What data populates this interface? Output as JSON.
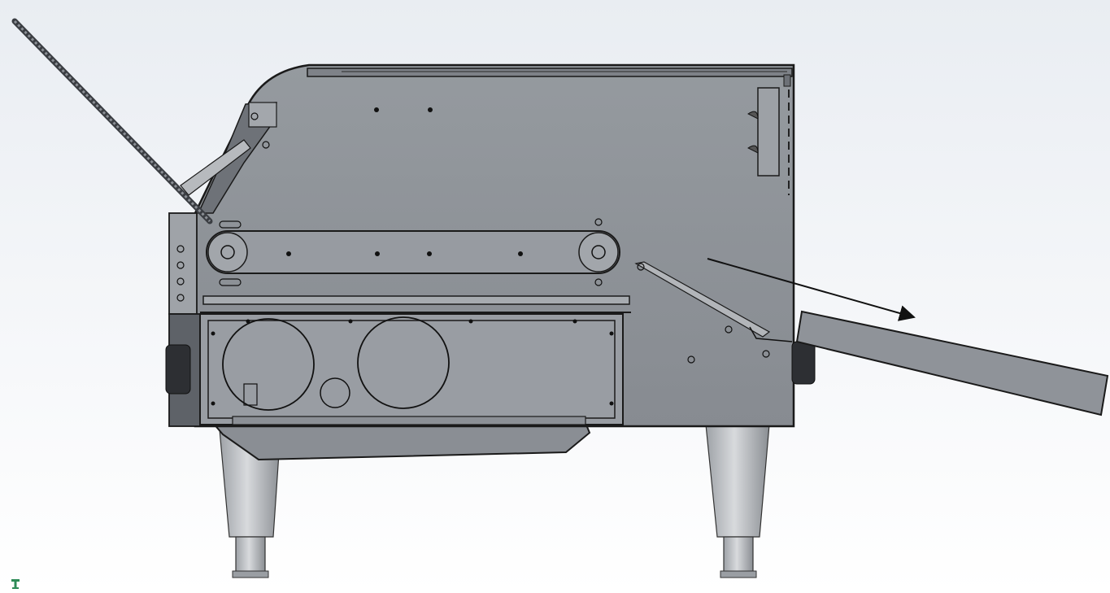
{
  "view": {
    "type": "cad-side-elevation",
    "subject": "conveyor-toaster-assembly",
    "colors": {
      "background_top": "#e9edf2",
      "background_bottom": "#ffffff",
      "body_fill": "#8f9399",
      "panel_fill": "#9a9ea4",
      "dark_fill": "#4a4d52",
      "outline": "#1a1a1a",
      "triad": "#2e8b57"
    },
    "parts": [
      "feed-rod",
      "main-housing",
      "top-rail",
      "control-side-panel",
      "conveyor-belt",
      "lower-access-panel",
      "bottom-tray",
      "exit-chute",
      "exit-flow-arrow",
      "left-leg",
      "right-leg",
      "axis-triad-icon"
    ]
  }
}
